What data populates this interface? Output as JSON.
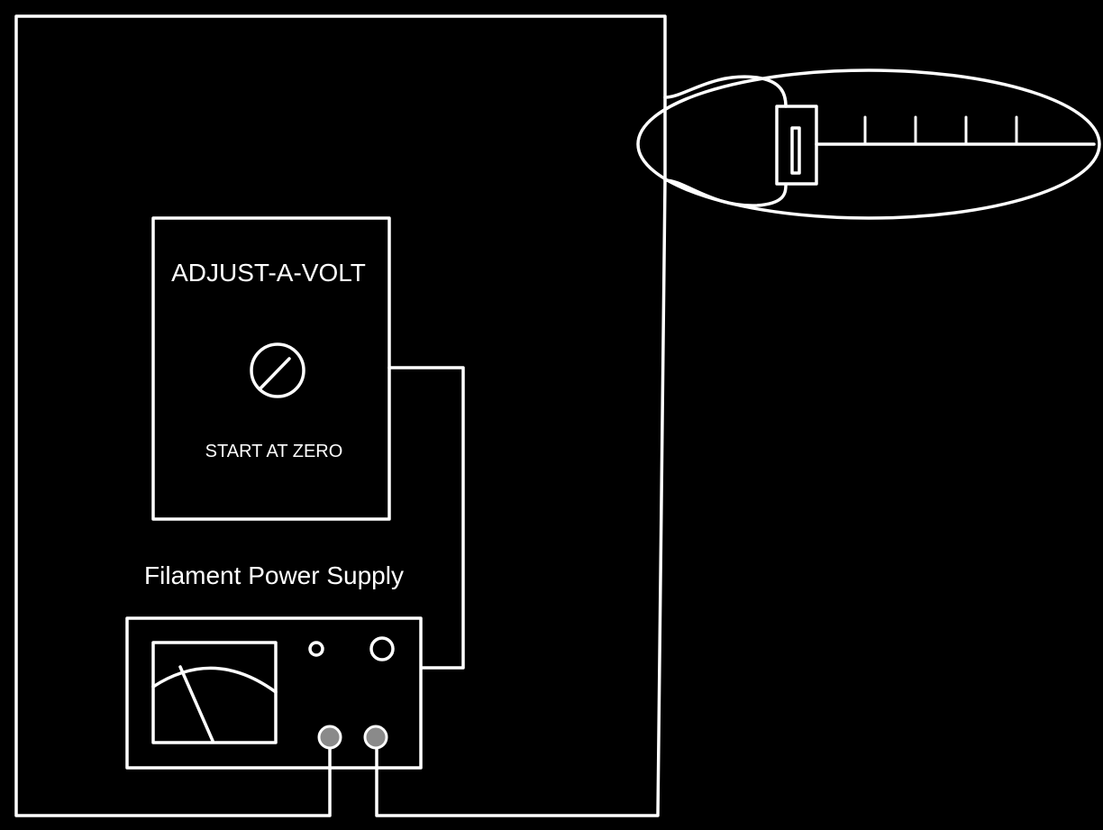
{
  "adjust_box": {
    "title": "ADJUST-A-VOLT",
    "instruction": "START AT ZERO"
  },
  "power_supply": {
    "label": "Filament Power Supply"
  },
  "icons": {
    "voltage_knob": "dial-knob-icon",
    "meter": "analog-meter-icon",
    "bulb": "vacuum-tube-bulb-icon"
  },
  "colors": {
    "background": "#000000",
    "line": "#ffffff",
    "terminal": "#8a8a8a"
  }
}
